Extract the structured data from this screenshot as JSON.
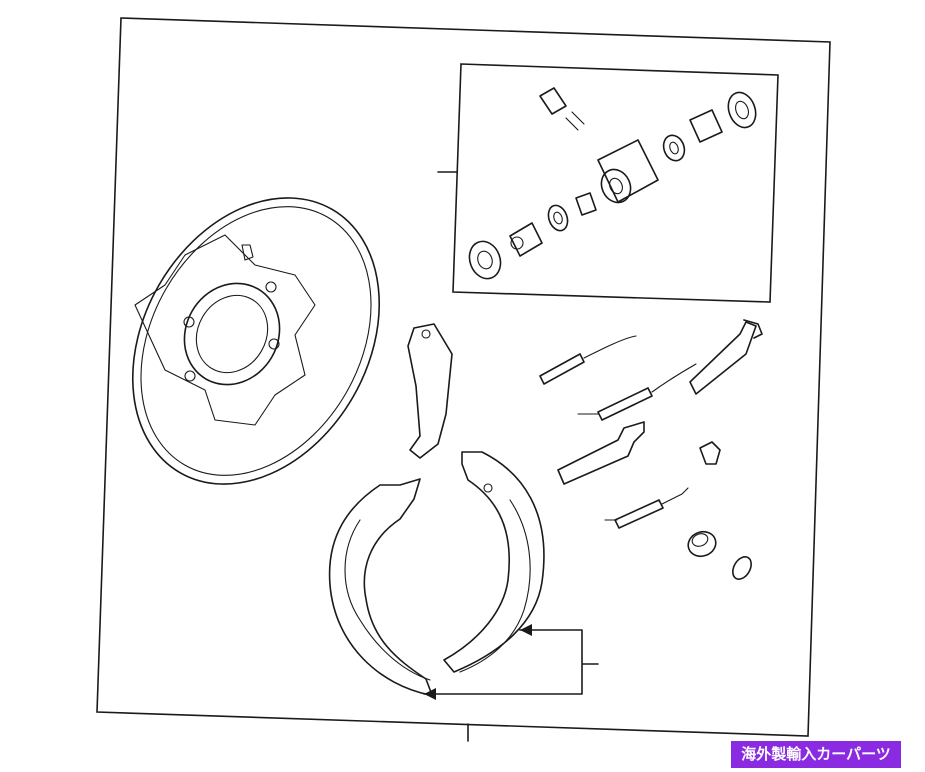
{
  "diagram": {
    "parts": [
      "backing-plate",
      "wheel-cylinder-kit",
      "parking-lever",
      "adjuster-springs",
      "brake-shoe-left",
      "brake-shoe-right",
      "adjuster",
      "hold-down-parts"
    ]
  },
  "watermark": {
    "label": "海外製輸入カーパーツ",
    "color": "#8a2be2"
  }
}
